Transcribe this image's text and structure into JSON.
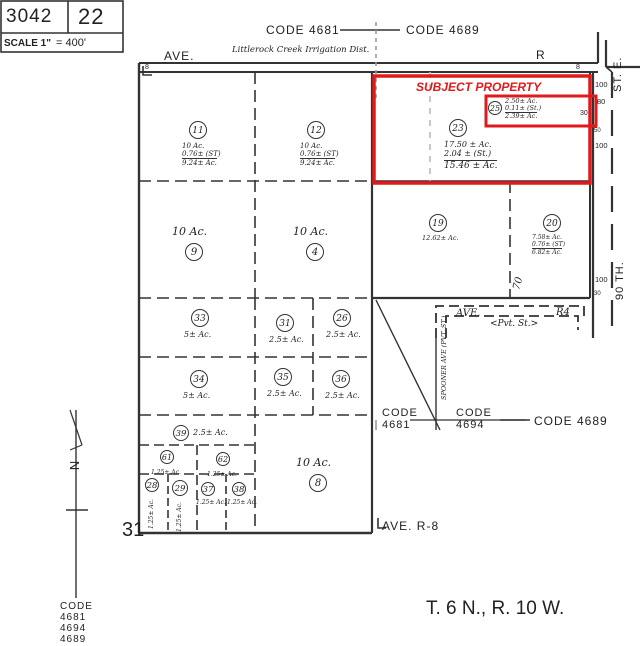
{
  "header": {
    "book": "3042",
    "page": "22",
    "scale_label": "SCALE 1\"",
    "scale_value": "= 400'"
  },
  "codes": {
    "top_left": "CODE 4681",
    "top_right": "CODE 4689",
    "mid_a_line1": "CODE",
    "mid_a_line2": "4681",
    "mid_b_line1": "CODE",
    "mid_b_line2": "4694",
    "mid_right": "CODE 4689",
    "bottom_line1": "CODE",
    "bottom_line2": "4681",
    "bottom_line3": "4694",
    "bottom_line4": "4689"
  },
  "streets": {
    "top_ave": "AVE.",
    "top_r": "R",
    "top_r_small": "8",
    "irrigation": "Littlerock Creek Irrigation Dist.",
    "east_st": "ST. E.",
    "east_90": "90 TH.",
    "ave_r4_a": "AVE.",
    "ave_r4_b": "R4",
    "pvt_st": "<Pvt. St.>",
    "spooner": "SPOONER AVE (PVT. ST.)",
    "ave_r8": "AVE. R-8",
    "section": "31",
    "township": "T. 6 N., R. 10 W.",
    "north": "N"
  },
  "subject": {
    "label": "SUBJECT PROPERTY",
    "highlight_color": "#e01a1a"
  },
  "parcels": [
    {
      "num": "11",
      "line1": "10 Ac.",
      "line2": "0.76± (ST)",
      "line3": "9.24± Ac."
    },
    {
      "num": "12",
      "line1": "10 Ac.",
      "line2": "0.76± (ST)",
      "line3": "9.24± Ac."
    },
    {
      "num": "23",
      "line1": "17.50 ± Ac.",
      "line2": "2.04 ± (St.)",
      "line3": "15.46 ± Ac."
    },
    {
      "num": "25",
      "line1": "2.50± Ac.",
      "line2": "0.11± (St.)",
      "line3": "2.39± Ac."
    },
    {
      "num": "9",
      "line1": "10 Ac."
    },
    {
      "num": "4",
      "line1": "10 Ac."
    },
    {
      "num": "19",
      "line1": "12.62± Ac."
    },
    {
      "num": "20",
      "line1": "7.58± Ac.",
      "line2": "0.76± (ST)",
      "line3": "6.82± Ac."
    },
    {
      "num": "33",
      "line1": "5± Ac."
    },
    {
      "num": "31",
      "line1": "2.5± Ac."
    },
    {
      "num": "26",
      "line1": "2.5± Ac."
    },
    {
      "num": "34",
      "line1": "5± Ac."
    },
    {
      "num": "35",
      "line1": "2.5± Ac."
    },
    {
      "num": "36",
      "line1": "2.5± Ac."
    },
    {
      "num": "39",
      "line1": "2.5± Ac."
    },
    {
      "num": "61",
      "line1": "1.25± Ac."
    },
    {
      "num": "62",
      "line1": "1.25± Ac."
    },
    {
      "num": "28",
      "line1": "1.25± Ac."
    },
    {
      "num": "29",
      "line1": "1.25± Ac."
    },
    {
      "num": "37",
      "line1": "1.25± Ac."
    },
    {
      "num": "38",
      "line1": "1.25± Ac."
    },
    {
      "num": "8",
      "line1": "10 Ac."
    }
  ],
  "dims": {
    "d100a": "100",
    "d80": "80",
    "d30": "30",
    "d50": "50",
    "d100b": "100",
    "d100c": "100",
    "d30b": "30",
    "d70": "70",
    "d8": "8"
  }
}
